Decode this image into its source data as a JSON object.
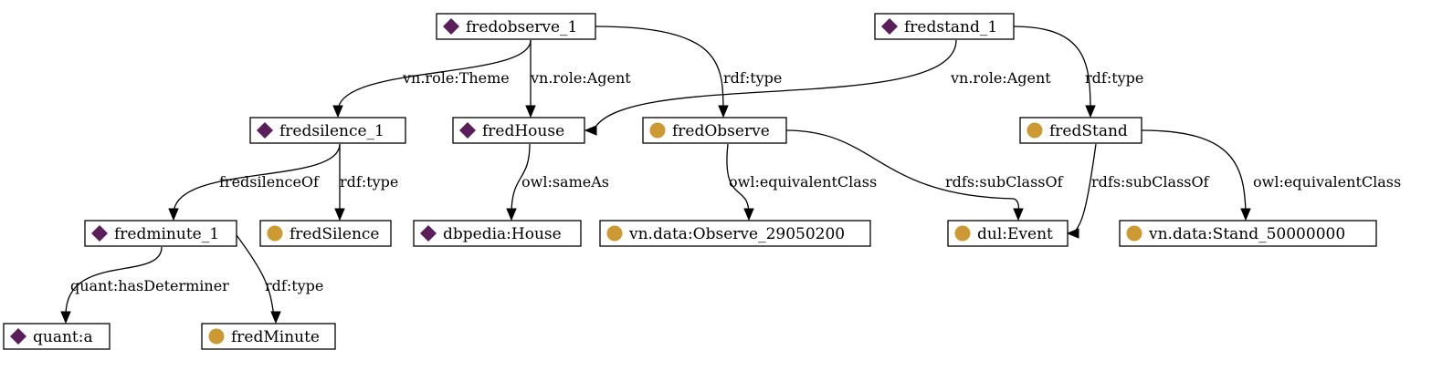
{
  "colors": {
    "individual": "#5a1e5a",
    "class": "#cc9933",
    "stroke": "#000000",
    "background": "#ffffff"
  },
  "nodes": [
    {
      "id": "fredobserve_1",
      "label": "fredobserve_1",
      "kind": "individual"
    },
    {
      "id": "fredstand_1",
      "label": "fredstand_1",
      "kind": "individual"
    },
    {
      "id": "fredsilence_1",
      "label": "fredsilence_1",
      "kind": "individual"
    },
    {
      "id": "fredHouse",
      "label": "fredHouse",
      "kind": "individual"
    },
    {
      "id": "fredObserve",
      "label": "fredObserve",
      "kind": "class"
    },
    {
      "id": "fredStand",
      "label": "fredStand",
      "kind": "class"
    },
    {
      "id": "fredminute_1",
      "label": "fredminute_1",
      "kind": "individual"
    },
    {
      "id": "fredSilence",
      "label": "fredSilence",
      "kind": "class"
    },
    {
      "id": "dbpediaHouse",
      "label": "dbpedia:House",
      "kind": "individual"
    },
    {
      "id": "vnObserve",
      "label": "vn.data:Observe_29050200",
      "kind": "class"
    },
    {
      "id": "dulEvent",
      "label": "dul:Event",
      "kind": "class"
    },
    {
      "id": "vnStand",
      "label": "vn.data:Stand_50000000",
      "kind": "class"
    },
    {
      "id": "quantA",
      "label": "quant:a",
      "kind": "individual"
    },
    {
      "id": "fredMinute",
      "label": "fredMinute",
      "kind": "class"
    }
  ],
  "edges": [
    {
      "id": "e1",
      "from": "fredobserve_1",
      "to": "fredsilence_1",
      "label": "vn.role:Theme"
    },
    {
      "id": "e2",
      "from": "fredobserve_1",
      "to": "fredHouse",
      "label": "vn.role:Agent"
    },
    {
      "id": "e3",
      "from": "fredobserve_1",
      "to": "fredObserve",
      "label": "rdf:type"
    },
    {
      "id": "e4",
      "from": "fredstand_1",
      "to": "fredHouse",
      "label": "vn.role:Agent"
    },
    {
      "id": "e5",
      "from": "fredstand_1",
      "to": "fredStand",
      "label": "rdf:type"
    },
    {
      "id": "e6",
      "from": "fredsilence_1",
      "to": "fredminute_1",
      "label": "fredsilenceOf"
    },
    {
      "id": "e7",
      "from": "fredsilence_1",
      "to": "fredSilence",
      "label": "rdf:type"
    },
    {
      "id": "e8",
      "from": "fredHouse",
      "to": "dbpediaHouse",
      "label": "owl:sameAs"
    },
    {
      "id": "e9",
      "from": "fredObserve",
      "to": "vnObserve",
      "label": "owl:equivalentClass"
    },
    {
      "id": "e10",
      "from": "fredObserve",
      "to": "dulEvent",
      "label": "rdfs:subClassOf"
    },
    {
      "id": "e11",
      "from": "fredStand",
      "to": "dulEvent",
      "label": "rdfs:subClassOf"
    },
    {
      "id": "e12",
      "from": "fredStand",
      "to": "vnStand",
      "label": "owl:equivalentClass"
    },
    {
      "id": "e13",
      "from": "fredminute_1",
      "to": "quantA",
      "label": "quant:hasDeterminer"
    },
    {
      "id": "e14",
      "from": "fredminute_1",
      "to": "fredMinute",
      "label": "rdf:type"
    }
  ]
}
